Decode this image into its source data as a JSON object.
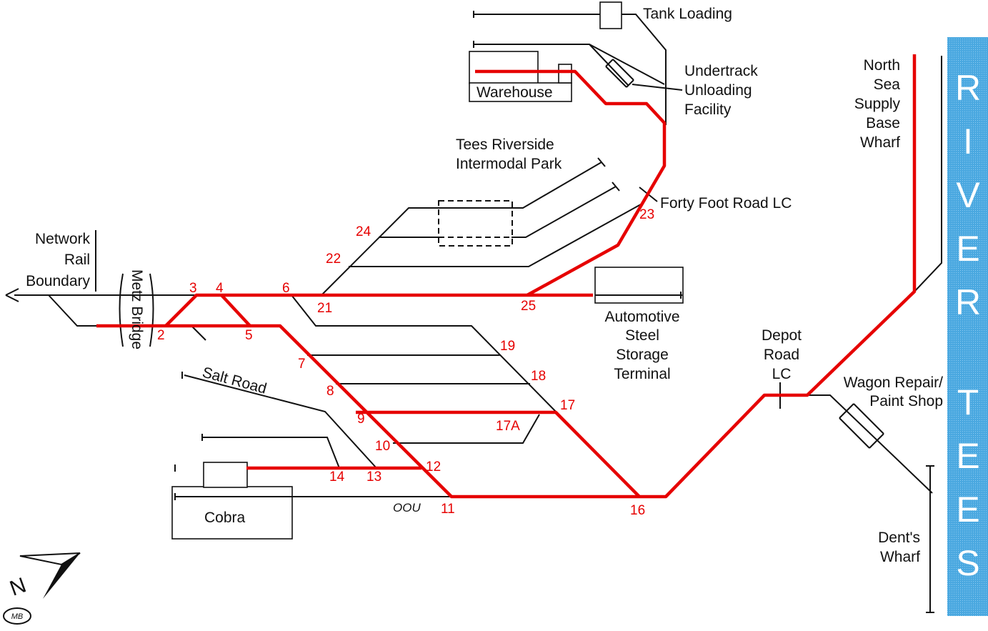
{
  "labels": {
    "tank_loading": "Tank Loading",
    "undertrack": [
      "Undertrack",
      "Unloading",
      "Facility"
    ],
    "warehouse": "Warehouse",
    "tees_riverside": [
      "Tees Riverside",
      "Intermodal Park"
    ],
    "forty_foot": "Forty Foot Road LC",
    "network_rail": [
      "Network",
      "Rail",
      "Boundary"
    ],
    "metz_bridge": "Metz Bridge",
    "automotive": [
      "Automotive",
      "Steel",
      "Storage",
      "Terminal"
    ],
    "salt_road": "Salt Road",
    "cobra": "Cobra",
    "oou": "OOU",
    "depot_road": [
      "Depot",
      "Road",
      "LC"
    ],
    "wagon_repair": [
      "Wagon Repair/",
      "Paint Shop"
    ],
    "north_sea": [
      "North",
      "Sea",
      "Supply",
      "Base",
      "Wharf"
    ],
    "dents_wharf": [
      "Dent's",
      "Wharf"
    ],
    "river": [
      "R",
      "I",
      "V",
      "E",
      "R",
      "T",
      "E",
      "E",
      "S"
    ],
    "compass": "N",
    "signature": "MB"
  },
  "points": {
    "p2": "2",
    "p3": "3",
    "p4": "4",
    "p5": "5",
    "p6": "6",
    "p7": "7",
    "p8": "8",
    "p9": "9",
    "p10": "10",
    "p11": "11",
    "p12": "12",
    "p13": "13",
    "p14": "14",
    "p16": "16",
    "p17": "17",
    "p17a": "17A",
    "p18": "18",
    "p19": "19",
    "p21": "21",
    "p22": "22",
    "p23": "23",
    "p24": "24",
    "p25": "25"
  },
  "colors": {
    "active_line": "#e60000",
    "siding": "#111111",
    "river": "#3a9fd9",
    "label_points": "#e60000"
  }
}
